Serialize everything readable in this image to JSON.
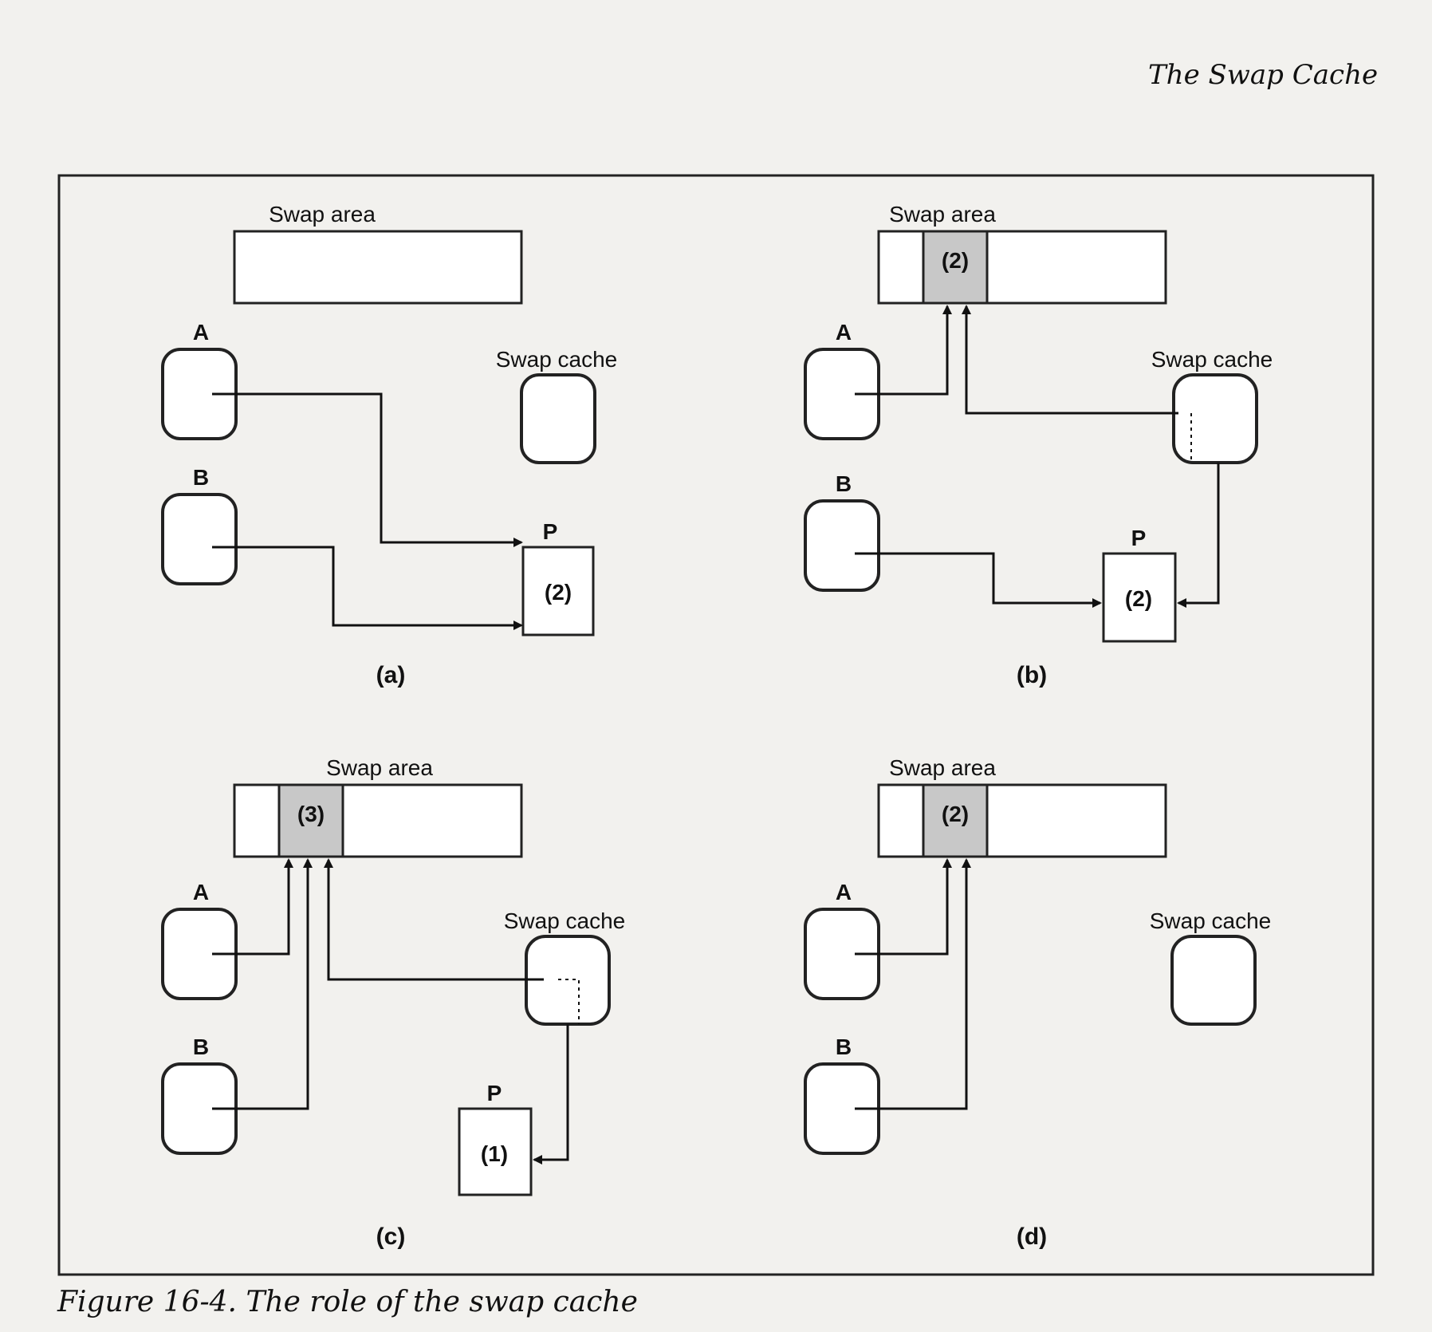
{
  "page_header": "The Swap Cache",
  "caption": "Figure 16-4. The role of the swap cache",
  "labels": {
    "swap_area": "Swap area",
    "swap_cache": "Swap cache",
    "process_a": "A",
    "process_b": "B",
    "page": "P"
  },
  "panels": {
    "a": {
      "label": "(a)",
      "page_count": "(2)"
    },
    "b": {
      "label": "(b)",
      "slot_count": "(2)",
      "page_count": "(2)"
    },
    "c": {
      "label": "(c)",
      "slot_count": "(3)",
      "page_count": "(1)"
    },
    "d": {
      "label": "(d)",
      "slot_count": "(2)"
    }
  },
  "colors": {
    "ink": "#111111",
    "slot_fill": "#c8c8c8",
    "box_fill": "#ffffff",
    "border": "#222222"
  }
}
